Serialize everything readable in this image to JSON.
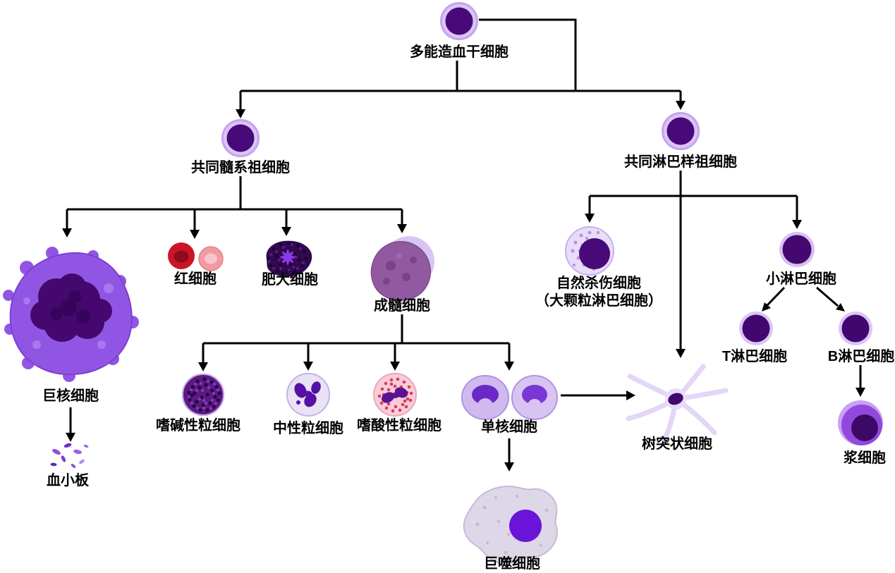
{
  "diagram": {
    "nodes": {
      "hsc": {
        "label": "多能造血干细胞"
      },
      "cmp": {
        "label": "共同髓系祖细胞"
      },
      "clp": {
        "label": "共同淋巴样祖细胞"
      },
      "megakaryocyte": {
        "label": "巨核细胞"
      },
      "platelet": {
        "label": "血小板"
      },
      "rbc": {
        "label": "红细胞"
      },
      "mast": {
        "label": "肥大细胞"
      },
      "myeloblast": {
        "label": "成髓细胞"
      },
      "basophil": {
        "label": "嗜碱性粒细胞"
      },
      "neutrophil": {
        "label": "中性粒细胞"
      },
      "eosinophil": {
        "label": "嗜酸性粒细胞"
      },
      "monocyte": {
        "label": "单核细胞"
      },
      "macrophage": {
        "label": "巨噬细胞"
      },
      "dendritic": {
        "label": "树突状细胞"
      },
      "nk": {
        "label": "自然杀伤细胞",
        "sublabel": "（大颗粒淋巴细胞）"
      },
      "small_lymphocyte": {
        "label": "小淋巴细胞"
      },
      "t_cell": {
        "label": "T淋巴细胞"
      },
      "b_cell": {
        "label": "B淋巴细胞"
      },
      "plasma": {
        "label": "浆细胞"
      }
    },
    "edges": [
      {
        "from": "hsc",
        "to": "cmp"
      },
      {
        "from": "hsc",
        "to": "clp"
      },
      {
        "from": "cmp",
        "to": "megakaryocyte"
      },
      {
        "from": "cmp",
        "to": "rbc"
      },
      {
        "from": "cmp",
        "to": "mast"
      },
      {
        "from": "cmp",
        "to": "myeloblast"
      },
      {
        "from": "megakaryocyte",
        "to": "platelet"
      },
      {
        "from": "myeloblast",
        "to": "basophil"
      },
      {
        "from": "myeloblast",
        "to": "neutrophil"
      },
      {
        "from": "myeloblast",
        "to": "eosinophil"
      },
      {
        "from": "myeloblast",
        "to": "monocyte"
      },
      {
        "from": "monocyte",
        "to": "macrophage"
      },
      {
        "from": "monocyte",
        "to": "dendritic"
      },
      {
        "from": "clp",
        "to": "nk"
      },
      {
        "from": "clp",
        "to": "dendritic"
      },
      {
        "from": "clp",
        "to": "small_lymphocyte"
      },
      {
        "from": "small_lymphocyte",
        "to": "t_cell"
      },
      {
        "from": "small_lymphocyte",
        "to": "b_cell"
      },
      {
        "from": "b_cell",
        "to": "plasma"
      }
    ],
    "colors": {
      "line": "#000000",
      "nucleus_purple": "#470a78",
      "cell_halo": "#dcc4f6",
      "megakaryocyte_body": "#9155e4",
      "rbc_red": "#cb1527",
      "rbc_pink": "#f19aa1",
      "eosinophil_body": "#f7ced8",
      "eosinophil_granule": "#dc3a61",
      "macrophage_body": "#ddd7e8",
      "macrophage_nucleus": "#6a14da"
    }
  }
}
